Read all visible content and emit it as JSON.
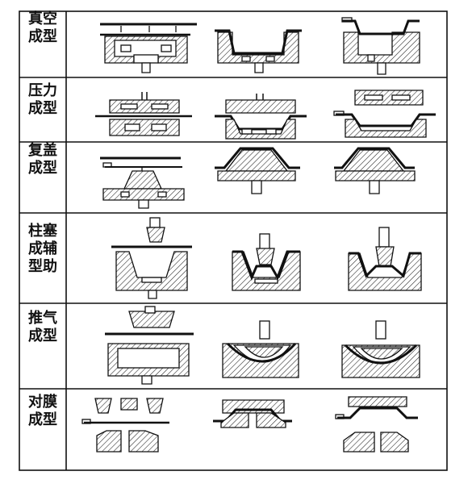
{
  "table": {
    "rows": [
      {
        "id": "vacuum",
        "label": "真空成型"
      },
      {
        "id": "pressure",
        "label": "压力成型"
      },
      {
        "id": "drape",
        "label": "复盖成型"
      },
      {
        "id": "plug-assist",
        "label": "柱塞成辅型助"
      },
      {
        "id": "billow",
        "label": "推气成型"
      },
      {
        "id": "matched-mold",
        "label": "对膜成型"
      }
    ]
  },
  "colors": {
    "line": "#111111",
    "hatch": "#222222",
    "background": "#ffffff"
  }
}
